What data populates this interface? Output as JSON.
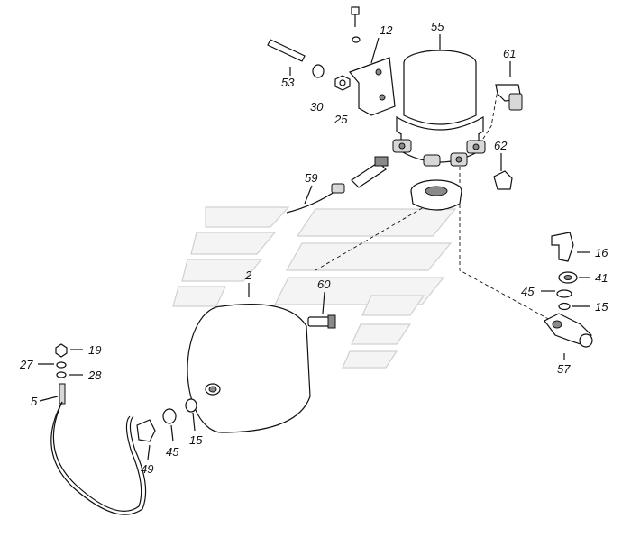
{
  "labels": {
    "p2": "2",
    "p5": "5",
    "p12": "12",
    "p15a": "15",
    "p15b": "15",
    "p16": "16",
    "p19": "19",
    "p25": "25",
    "p27": "27",
    "p28": "28",
    "p30": "30",
    "p41": "41",
    "p45a": "45",
    "p45b": "45",
    "p49": "49",
    "p53": "53",
    "p55": "55",
    "p57": "57",
    "p59": "59",
    "p60": "60",
    "p61": "61",
    "p62": "62"
  }
}
